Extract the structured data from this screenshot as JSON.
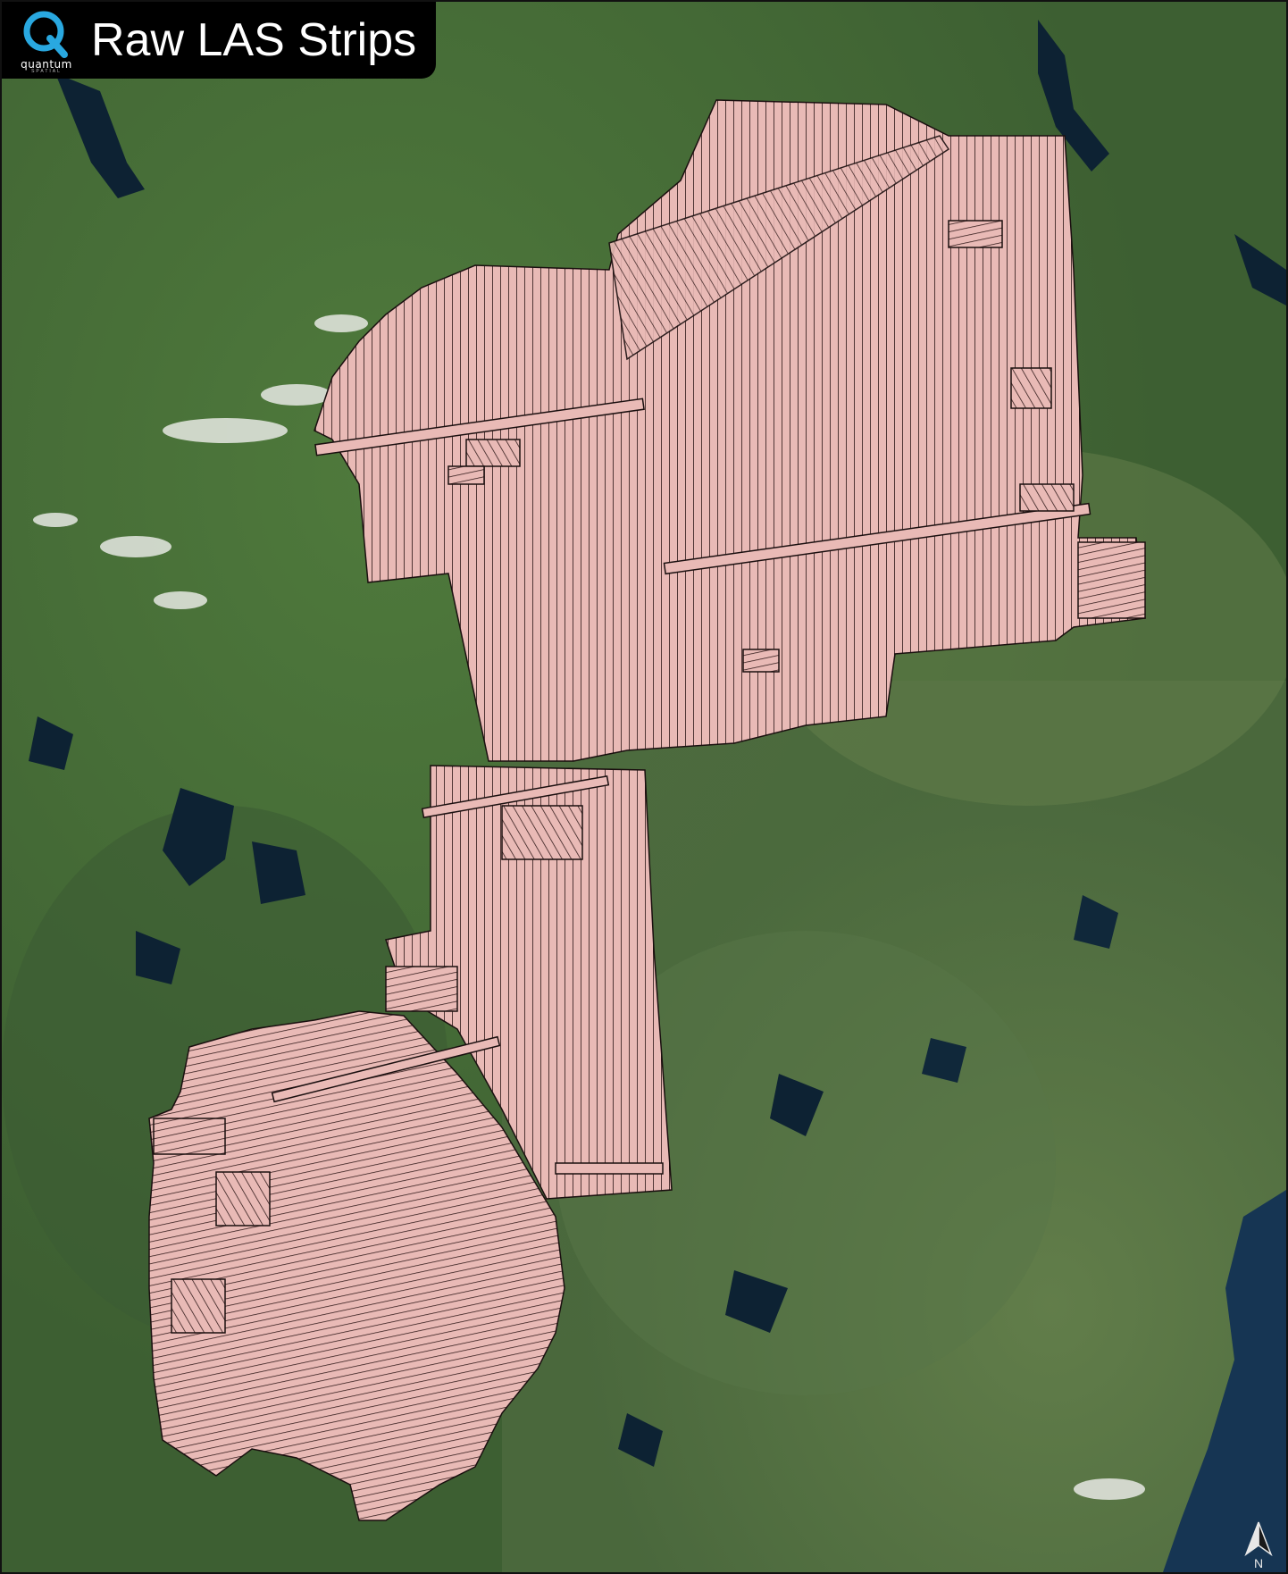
{
  "title": "Raw LAS Strips",
  "logo": {
    "name": "quantum",
    "tagline": "SPATIAL",
    "icon": "q-logo-icon",
    "accent": "#29a8e0"
  },
  "north_arrow": {
    "label": "N",
    "icon": "north-arrow-icon"
  },
  "colors": {
    "strip_fill": "#e8b8b4",
    "strip_outline": "#1a0f0f",
    "land": "#4a6b3a",
    "water": "#0d2233",
    "ocean": "#163553"
  }
}
